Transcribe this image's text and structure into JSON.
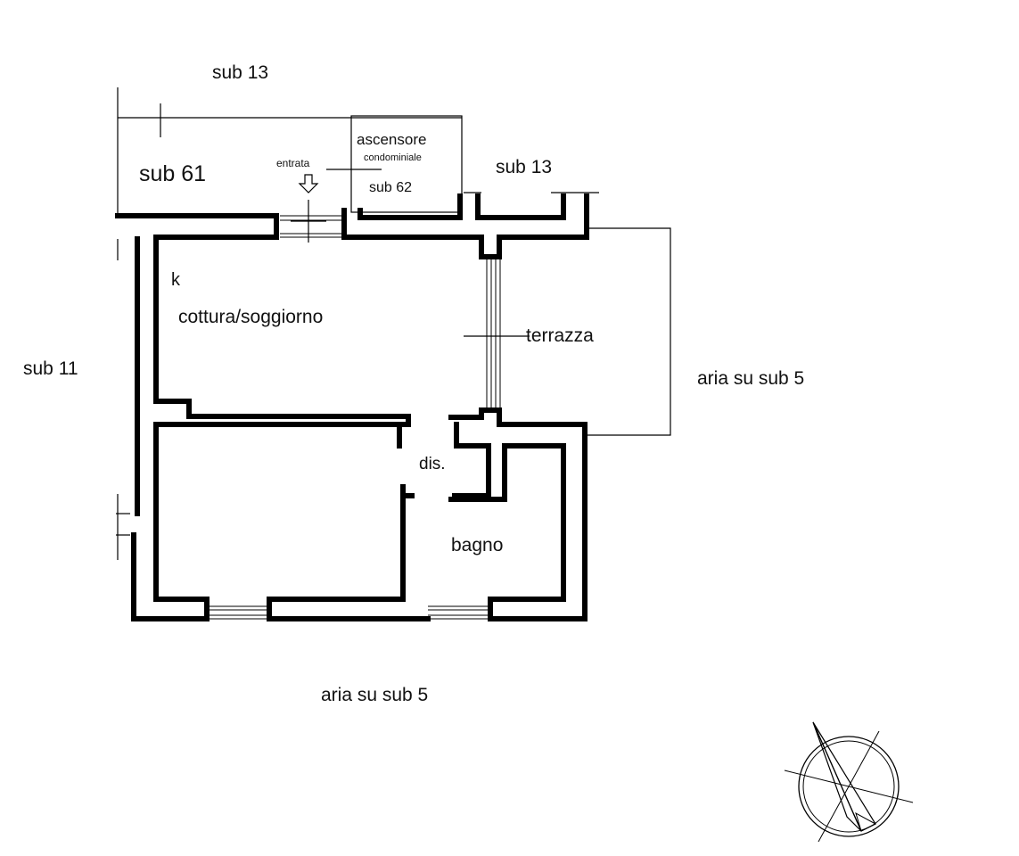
{
  "labels": {
    "sub13_top": "sub 13",
    "sub61": "sub 61",
    "entrata": "entrata",
    "ascensore": "ascensore",
    "condominiale": "condominiale",
    "sub62": "sub 62",
    "sub13_right": "sub 13",
    "k": "k",
    "cottura": "cottura/soggiorno",
    "terrazza": "terrazza",
    "sub11": "sub 11",
    "aria_right": "aria su sub 5",
    "dis": "dis.",
    "bagno": "bagno",
    "aria_bottom": "aria su sub 5"
  },
  "colors": {
    "ink": "#000000",
    "background": "#ffffff"
  },
  "icons": [
    "entrance-arrow-icon",
    "compass-north-icon"
  ]
}
